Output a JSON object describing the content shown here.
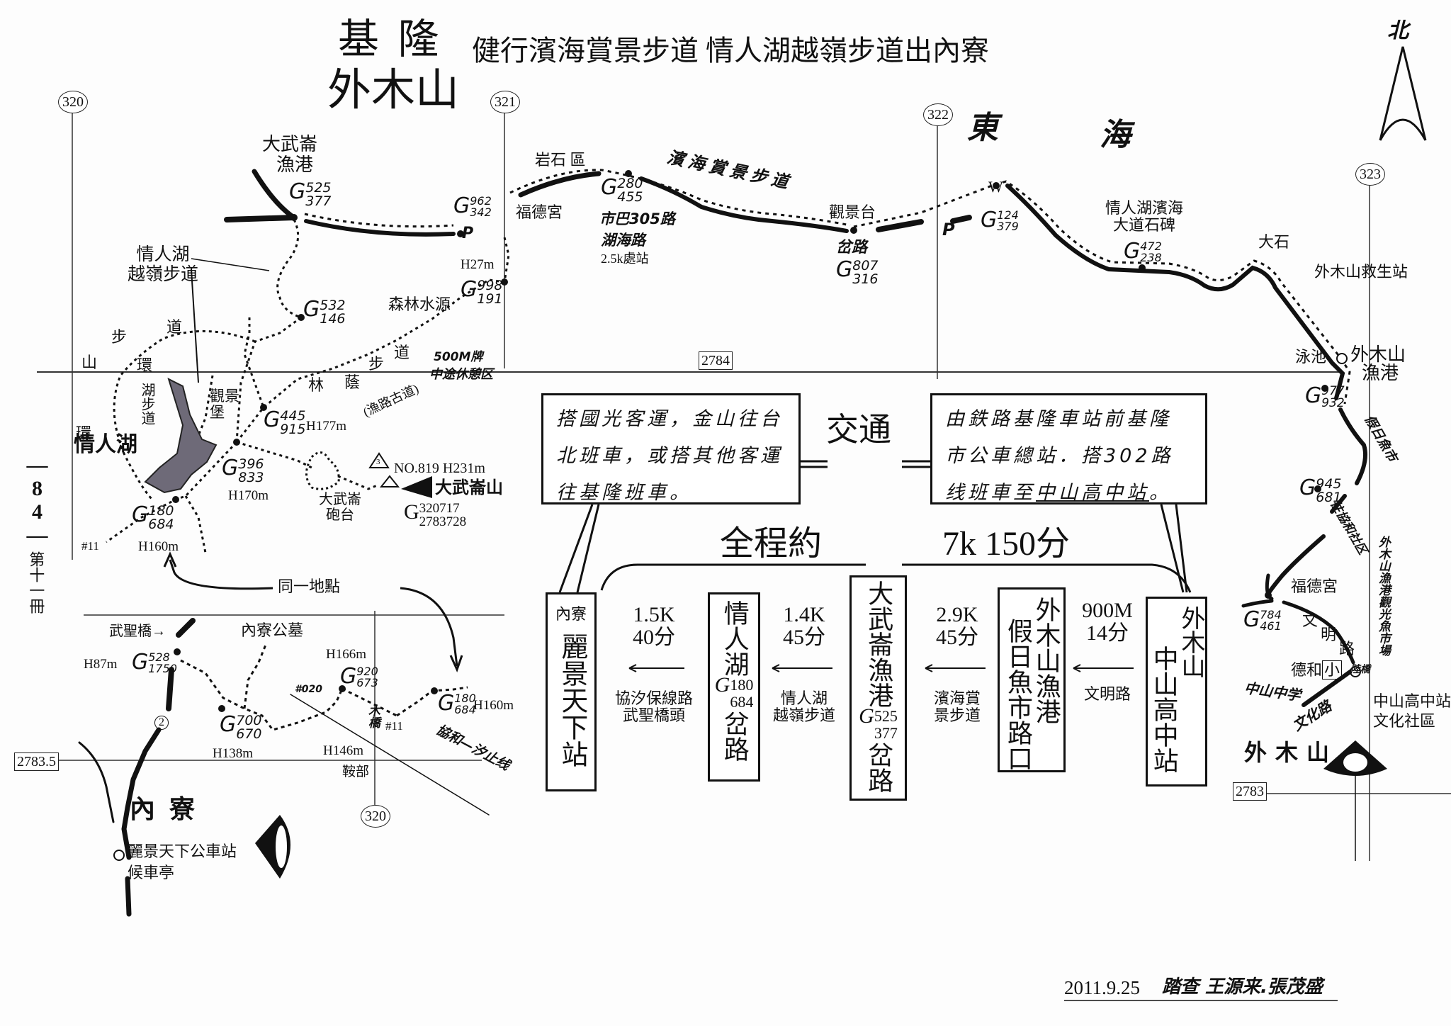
{
  "title": {
    "place_line1": "基 隆",
    "place_line2": "外木山",
    "main": "健行濱海賞景步道 情人湖越嶺步道出內寮"
  },
  "north_label": "北",
  "grid": {
    "e320": "320",
    "e321": "321",
    "e322": "322",
    "e323": "323",
    "n2784": "2784",
    "e320_lower": "320",
    "n2783_5": "2783.5",
    "n2783": "2783"
  },
  "sea_label": {
    "east": "東",
    "sea": "海"
  },
  "upper_map": {
    "dawulun_port_1": "大武崙",
    "dawulun_port_2": "漁港",
    "g525": {
      "a": "525",
      "b": "377"
    },
    "lovers_trail_1": "情人湖",
    "lovers_trail_2": "越嶺步道",
    "rock_area": "岩石 區",
    "fude_temple": "福德宮",
    "g962": {
      "a": "962",
      "b": "342"
    },
    "g280": {
      "a": "280",
      "b": "455"
    },
    "bus305": "市巴305路",
    "huhai_road": "湖海路",
    "stop_25k": "2.5k處站",
    "coastal_trail": "濱海賞景步道",
    "viewing_platform": "觀景台",
    "fork": "岔路",
    "g807": {
      "a": "807",
      "b": "316"
    },
    "w_mark": "W",
    "p_mark": "P",
    "g124": {
      "a": "124",
      "b": "379"
    },
    "stele_1": "情人湖濱海",
    "stele_2": "大道石碑",
    "g472": {
      "a": "472",
      "b": "238"
    },
    "big_rock": "大石",
    "lifeguard": "外木山救生站",
    "pool": "泳池",
    "waimushan_port_1": "外木山",
    "waimushan_port_2": "漁港",
    "h27": "H27m",
    "g998": {
      "a": "998",
      "b": "191"
    },
    "forest_water": "森林水源",
    "g532": {
      "a": "532",
      "b": "146"
    },
    "loop_shan": "山",
    "loop_bu": "步",
    "loop_dao": "道",
    "loop_huan": "環",
    "loop_huan2": "環",
    "lake_trail": "湖步道",
    "viewing_fort": "觀景堡",
    "linyin_lin": "林",
    "linyin_yin": "蔭",
    "linyin_bu": "步",
    "linyin_dao": "道",
    "fishing_road": "(漁路古道)",
    "marker_500": "500M牌",
    "rest_area": "中途休憩区",
    "g445": {
      "a": "445",
      "b": "915"
    },
    "h177": "H177m",
    "g396": {
      "a": "396",
      "b": "833"
    },
    "h170": "H170m",
    "battery_1": "大武崙",
    "battery_2": "砲台",
    "triangulation": "NO.819 H231m",
    "triangulation_no": "3",
    "dawulun_mtn": "大武崙山",
    "g_mtn": {
      "a": "320717",
      "b": "2783728"
    },
    "lovers_lake": "情人湖",
    "g180": {
      "a": "180",
      "b": "684"
    },
    "h160": "H160m",
    "post11": "#11",
    "same_point": "同一地點"
  },
  "lower_map": {
    "wusheng_bridge": "武聖橋→",
    "cemetery": "內寮公墓",
    "h87": "H87m",
    "g528": {
      "a": "528",
      "b": "1750"
    },
    "h166": "H166m",
    "g920": {
      "a": "920",
      "b": "673"
    },
    "tower020": "#020",
    "g700": {
      "a": "700",
      "b": "670"
    },
    "h138": "H138m",
    "g180": {
      "a": "180",
      "b": "684"
    },
    "h160": "H160m",
    "post11": "#11",
    "wood_bridge": "木橋",
    "h146": "H146m",
    "saddle": "鞍部",
    "power_line": "協和—汐止线",
    "route2": "2",
    "neiliao": "內寮",
    "bus_stop_1": "麗景天下公車站",
    "bus_stop_2": "候車亭"
  },
  "right_map": {
    "g977": {
      "a": "977",
      "b": "932"
    },
    "fish_market": "假日魚市",
    "g945": {
      "a": "945",
      "b": "681"
    },
    "to_xiehe": "往協和社区",
    "to_port_market": "外木山漁港觀光魚市場",
    "fude_temple": "福德宮",
    "g784": {
      "a": "784",
      "b": "461"
    },
    "wenming_1": "文",
    "wenming_2": "明",
    "wenming_3": "路",
    "dehe": "德和",
    "dehe_school": "小",
    "overpass": "陸橋",
    "zhongshan_school": "中山中学",
    "wenhua_road": "文化路",
    "zhongshan_stop": "中山高中站",
    "wenhua_community": "文化社區",
    "waimushan": "外木山"
  },
  "transport": {
    "heading": "交通",
    "left": "搭國光客運，金山往台北班車，或搭其他客運往基隆班車。",
    "right_prefix": "由鉄路基隆車站前基隆市公車總站．搭302路线班車至",
    "right_underlined": "中山高中站",
    "right_suffix": "。"
  },
  "summary": {
    "label": "全程約",
    "value": "7k 150分"
  },
  "stations": [
    {
      "sub": "內寮",
      "name": "麗景天下站"
    },
    {
      "top": "情人湖",
      "g": "G",
      "g1": "180",
      "g2": "684",
      "bottom": "岔路"
    },
    {
      "top": "大武崙漁港",
      "g": "G",
      "g1": "525",
      "g2": "377",
      "bottom": "岔路"
    },
    {
      "col_right": "外木山漁港",
      "col_left": "假日魚市路口"
    },
    {
      "sub": "外木山",
      "name": "中山高中站"
    }
  ],
  "segments": [
    {
      "distance": "1.5K",
      "time": "40分",
      "route_1": "協汐保線路",
      "route_2": "武聖橋頭"
    },
    {
      "distance": "1.4K",
      "time": "45分",
      "route_1": "情人湖",
      "route_2": "越嶺步道"
    },
    {
      "distance": "2.9K",
      "time": "45分",
      "route_1": "濱海賞",
      "route_2": "景步道"
    },
    {
      "distance": "900M",
      "time": "14分",
      "route_1": "文明路",
      "route_2": ""
    }
  ],
  "side": {
    "page": "—84—",
    "volume": "第十一冊"
  },
  "signature": {
    "date": "2011.9.25",
    "surveyors": "踏查 王源来.張茂盛"
  }
}
